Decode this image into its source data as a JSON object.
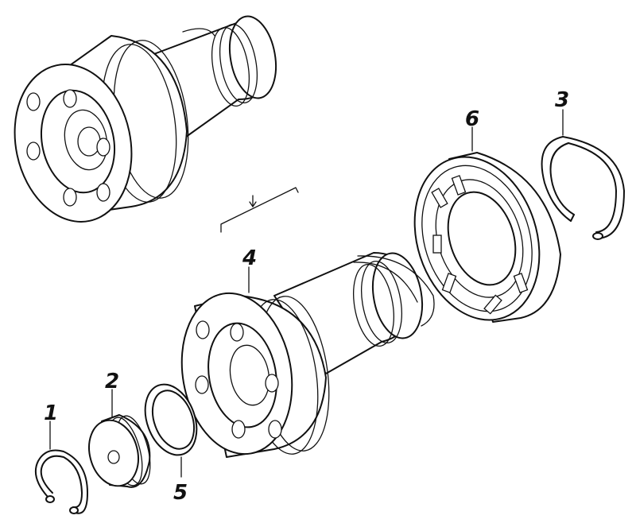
{
  "callouts": [
    {
      "id": "1",
      "text": "1"
    },
    {
      "id": "2",
      "text": "2"
    },
    {
      "id": "3",
      "text": "3"
    },
    {
      "id": "4",
      "text": "4"
    },
    {
      "id": "5",
      "text": "5"
    },
    {
      "id": "6",
      "text": "6"
    }
  ],
  "colors": {
    "ink": "#111111",
    "paper": "#ffffff"
  }
}
